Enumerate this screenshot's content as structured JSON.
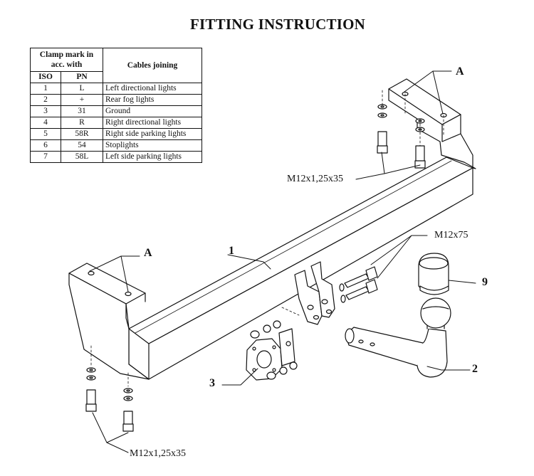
{
  "title": "FITTING INSTRUCTION",
  "table": {
    "header_clamp": "Clamp mark in acc. with",
    "header_cables": "Cables joining",
    "header_iso": "ISO",
    "header_pn": "PN",
    "rows": [
      {
        "iso": "1",
        "pn": "L",
        "desc": "Left directional lights"
      },
      {
        "iso": "2",
        "pn": "+",
        "desc": "Rear fog lights"
      },
      {
        "iso": "3",
        "pn": "31",
        "desc": "Ground"
      },
      {
        "iso": "4",
        "pn": "R",
        "desc": "Right directional lights"
      },
      {
        "iso": "5",
        "pn": "58R",
        "desc": "Right side parking lights"
      },
      {
        "iso": "6",
        "pn": "54",
        "desc": "Stoplights"
      },
      {
        "iso": "7",
        "pn": "58L",
        "desc": "Left side parking lights"
      }
    ]
  },
  "callouts": {
    "a_top": "A",
    "a_left": "A",
    "part_1": "1",
    "part_2": "2",
    "part_3": "3",
    "part_9": "9",
    "bolt_top": "M12x1,25x35",
    "bolt_mid": "M12x75",
    "bolt_bottom": "M12x1,25x35"
  }
}
